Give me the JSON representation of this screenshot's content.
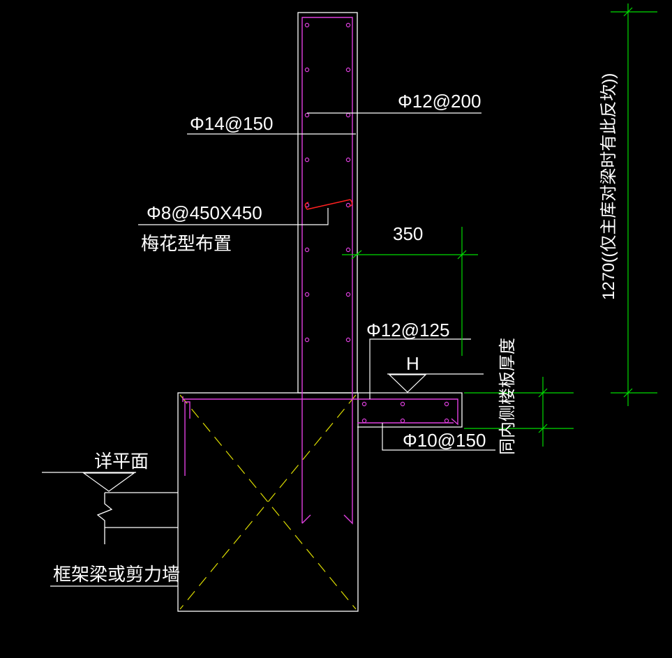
{
  "colors": {
    "background": "#000000",
    "outline": "#ffffff",
    "rebar": "#e040e0",
    "dimension": "#00dd00",
    "cross_hatch": "#dddd00",
    "tie": "#ff2020"
  },
  "labels": {
    "rebar_v_inner": "Φ12@200",
    "rebar_v_outer": "Φ14@150",
    "tie_bar": "Φ8@450X450",
    "tie_pattern": "梅花型布置",
    "width_dim": "350",
    "slab_top": "Φ12@125",
    "elevation_mark": "H",
    "slab_bottom": "Φ10@150",
    "slab_thickness_note": "同内侧楼板厚度",
    "height_dim": "1270((仅主库对梁时有此反坎))",
    "see_plan": "详平面",
    "support": "框架梁或剪力墙"
  }
}
